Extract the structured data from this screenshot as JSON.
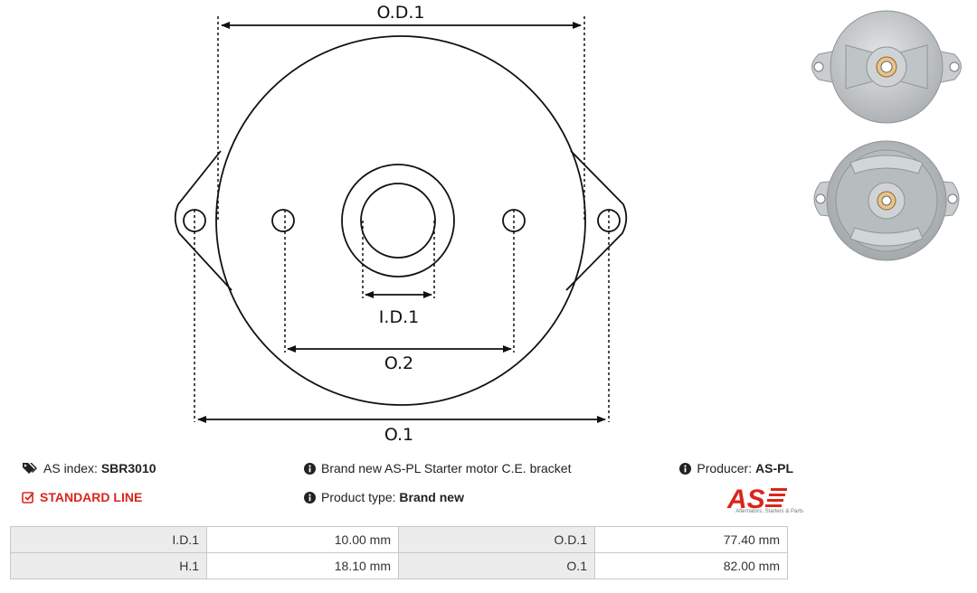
{
  "diagram": {
    "labels": {
      "od1": "O.D.1",
      "id1": "I.D.1",
      "o2": "O.2",
      "o1": "O.1"
    }
  },
  "info": {
    "as_index_label": "AS index:",
    "as_index_value": "SBR3010",
    "standard_line": "STANDARD LINE",
    "description": "Brand new AS-PL Starter motor C.E. bracket",
    "product_type_label": "Product type:",
    "product_type_value": "Brand new",
    "producer_label": "Producer:",
    "producer_value": "AS-PL"
  },
  "logo": {
    "mark": "AS",
    "tagline": "Alternators, Starters & Parts"
  },
  "specs": [
    {
      "label1": "I.D.1",
      "value1": "10.00 mm",
      "label2": "O.D.1",
      "value2": "77.40 mm"
    },
    {
      "label1": "H.1",
      "value1": "18.10 mm",
      "label2": "O.1",
      "value2": "82.00 mm"
    }
  ],
  "colors": {
    "accent_red": "#d9261c",
    "table_label_bg": "#ececec",
    "border": "#c8c8c8"
  },
  "icons": {
    "as_index": "tags-icon",
    "standard_line": "check-square-icon",
    "info": "info-circle-icon"
  }
}
